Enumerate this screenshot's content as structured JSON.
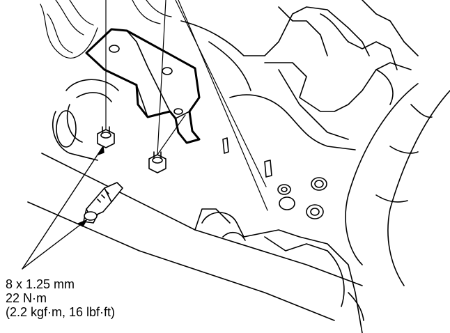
{
  "callout": {
    "size": "8 x 1.25 mm",
    "torque_nm": "22 N·m",
    "torque_alt": "(2.2 kgf·m, 16 lbf·ft)"
  },
  "colors": {
    "line": "#000000",
    "fill": "#ffffff",
    "bracket_fill": "#ffffff"
  }
}
